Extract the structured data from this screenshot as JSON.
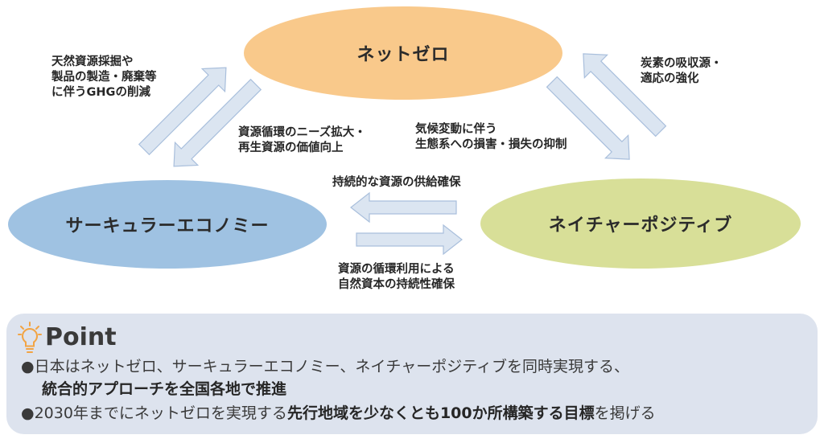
{
  "nodes": {
    "netzero": "ネットゼロ",
    "circular": "サーキュラーエコノミー",
    "nature": "ネイチャーポジティブ"
  },
  "labels": {
    "ce_to_nz": [
      "天然資源採掘や",
      "製品の製造・廃棄等",
      "に伴うGHGの削減"
    ],
    "nz_to_ce": [
      "資源循環のニーズ拡大・",
      "再生資源の価値向上"
    ],
    "np_to_nz": [
      "炭素の吸収源・",
      "適応の強化"
    ],
    "nz_to_np": [
      "気候変動に伴う",
      "生態系への損害・損失の抑制"
    ],
    "np_to_ce": [
      "持続的な資源の供給確保"
    ],
    "ce_to_np": [
      "資源の循環利用による",
      "自然資本の持続性確保"
    ]
  },
  "point": {
    "title": "Point",
    "line1_pre": "●日本はネットゼロ、サーキュラーエコノミー、ネイチャーポジティブを同時実現する、",
    "line2_bold": "統合的アプローチを全国各地で推進",
    "line3_pre": "●2030年までにネットゼロを実現する",
    "line3_bold": "先行地域を少なくとも100か所構築する目標",
    "line3_post": "を掲げる"
  },
  "colors": {
    "netzero": "#f9c98b",
    "circular": "#9fc2e2",
    "nature": "#d8df98",
    "arrow_fill": "#dbe5f1",
    "arrow_stroke": "#a9bfdc",
    "point_bg": "#dde3ee",
    "bulb": "#f2a444"
  }
}
